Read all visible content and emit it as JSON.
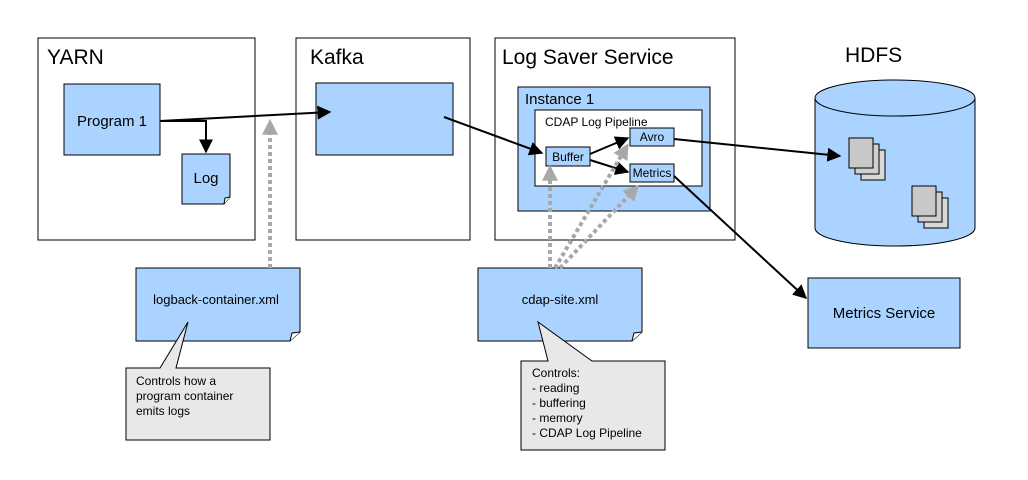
{
  "containers": {
    "yarn": "YARN",
    "kafka": "Kafka",
    "log_saver": "Log Saver Service",
    "hdfs": "HDFS"
  },
  "components": {
    "program1": "Program 1",
    "log": "Log",
    "instance1": "Instance 1",
    "pipeline": "CDAP Log Pipeline",
    "buffer": "Buffer",
    "avro": "Avro",
    "metrics": "Metrics",
    "metrics_service": "Metrics Service"
  },
  "config_files": {
    "logback": "logback-container.xml",
    "cdap_site": "cdap-site.xml"
  },
  "callouts": {
    "logback_lines": [
      "Controls how a",
      "program container",
      "emits logs"
    ],
    "cdap_lines": [
      "Controls:",
      "- reading",
      "- buffering",
      "- memory",
      "- CDAP Log Pipeline"
    ]
  },
  "colors": {
    "component_fill": "#aad4ff",
    "callout_fill": "#e8e8e8",
    "config_arrow": "#a8a8a8"
  }
}
